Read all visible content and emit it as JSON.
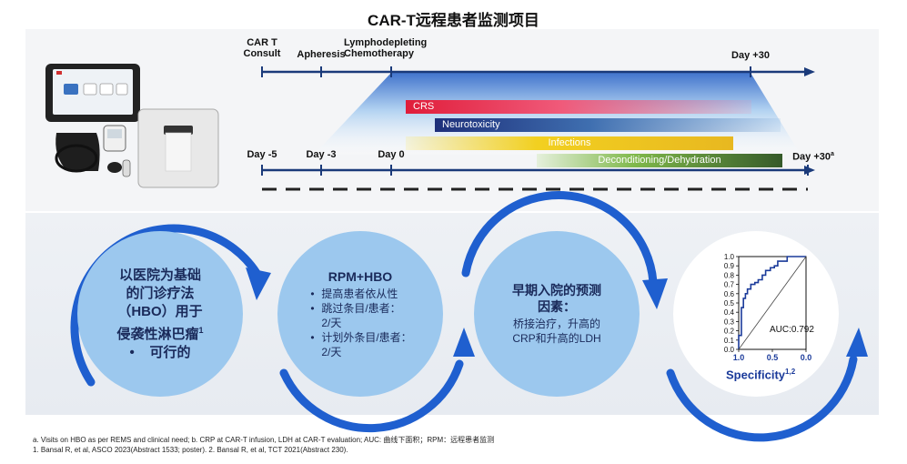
{
  "title": "CAR-T远程患者监测项目",
  "timeline": {
    "top_events": [
      "CAR T\nConsult",
      "Apheresis",
      "Lymphodepleting\nChemotherapy",
      "Day +30"
    ],
    "bottom_days": [
      "Day -5",
      "Day -3",
      "Day 0",
      "Day +30"
    ],
    "bottom_days_superscript": "a",
    "risk_bars": [
      "CRS",
      "Neurotoxicity",
      "Infections",
      "Deconditioning/Dehydration"
    ],
    "colors": {
      "timeline": "#1a3a7a",
      "crs": "#e01d3a",
      "neuro": "#2a4a90",
      "infections": "#f2d020",
      "decon": "#4a7a30"
    }
  },
  "circles": {
    "c1": {
      "lines": [
        "以医院为基础",
        "的门诊疗法",
        "（HBO）用于",
        "侵袭性淋巴瘤",
        "•    可行的"
      ],
      "superscript": "1"
    },
    "c2": {
      "heading": "RPM+HBO",
      "items": [
        "提高患者依从性",
        "跳过条目/患者：\n2/天",
        "计划外条目/患者：\n2/天"
      ]
    },
    "c3": {
      "heading": [
        "早期入院的预测",
        "因素："
      ],
      "body": [
        "桥接治疗，升高的",
        "CRP和升高的LDH"
      ]
    },
    "c4": {
      "auc_label": "AUC:0.792",
      "xlabel": "Specificity",
      "xlabel_superscript": "1,2"
    }
  },
  "chart_data": {
    "type": "line",
    "title": "",
    "xlabel": "Specificity",
    "ylabel": "",
    "xlim": [
      1.0,
      0.0
    ],
    "ylim": [
      0.0,
      1.0
    ],
    "x_ticks": [
      "1.0",
      "0.5",
      "0.0"
    ],
    "y_ticks": [
      "1.0",
      "0.9",
      "0.8",
      "0.7",
      "0.6",
      "0.5",
      "0.4",
      "0.3",
      "0.2",
      "0.1",
      "0.0"
    ],
    "series": [
      {
        "x": [
          1.0,
          1.0,
          0.96,
          0.96,
          0.93,
          0.93,
          0.9,
          0.9,
          0.87,
          0.87,
          0.82,
          0.82,
          0.76,
          0.76,
          0.71,
          0.71,
          0.65,
          0.65,
          0.6,
          0.6,
          0.53,
          0.53,
          0.47,
          0.47,
          0.42,
          0.42,
          0.28,
          0.28,
          0.0
        ],
        "y": [
          0.0,
          0.15,
          0.15,
          0.45,
          0.45,
          0.55,
          0.55,
          0.6,
          0.6,
          0.65,
          0.65,
          0.7,
          0.7,
          0.72,
          0.72,
          0.75,
          0.75,
          0.8,
          0.8,
          0.85,
          0.85,
          0.88,
          0.88,
          0.9,
          0.9,
          0.95,
          0.95,
          1.0,
          1.0
        ]
      },
      {
        "x": [
          1.0,
          0.0
        ],
        "y": [
          0.0,
          1.0
        ]
      }
    ]
  },
  "footnotes": [
    "a. Visits on HBO as per REMS and clinical need; b. CRP at CAR-T infusion, LDH at CAR-T evaluation; AUC: 曲线下面积；RPM：远程患者监测",
    "1. Bansal R, et al, ASCO  2023(Abstract 1533; poster). 2. Bansal R, et al, TCT 2021(Abstract 230)."
  ]
}
